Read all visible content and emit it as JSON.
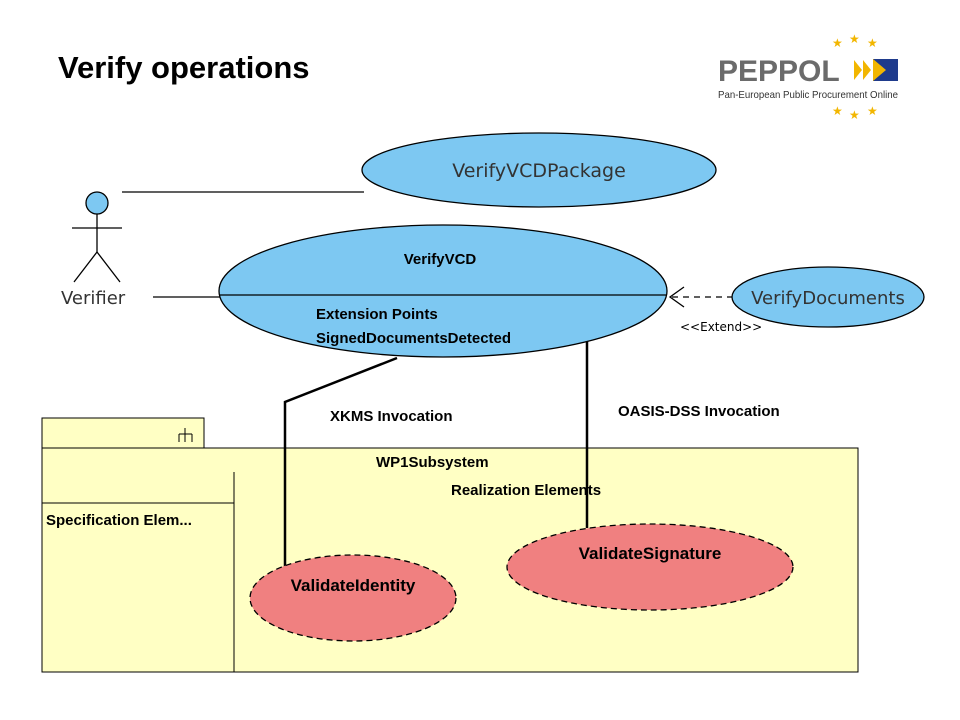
{
  "slide": {
    "title": "Verify operations"
  },
  "logo": {
    "name": "PEPPOL",
    "tagline": "Pan-European Public Procurement Online",
    "colors": {
      "text": "#6b6b6b",
      "accent": "#f2b600",
      "blue": "#1f3b8c"
    }
  },
  "diagram": {
    "actor": {
      "label": "Verifier"
    },
    "use_cases": {
      "verify_vcd_package": "VerifyVCDPackage",
      "verify_vcd": {
        "name": "VerifyVCD",
        "extension_points_heading": "Extension Points",
        "extension_point": "SignedDocumentsDetected"
      },
      "verify_documents": "VerifyDocuments",
      "validate_identity": "ValidateIdentity",
      "validate_signature": "ValidateSignature"
    },
    "relations": {
      "extend_label": "<<Extend>>",
      "xkms_label": "XKMS Invocation",
      "oasis_label": "OASIS-DSS Invocation"
    },
    "subsystem": {
      "name": "WP1Subsystem",
      "realization_label": "Realization Elements",
      "specification_label": "Specification Elem..."
    },
    "colors": {
      "use_case_fill": "#7dc8f2",
      "realization_fill": "#f08080",
      "package_fill": "#ffffc4"
    }
  }
}
